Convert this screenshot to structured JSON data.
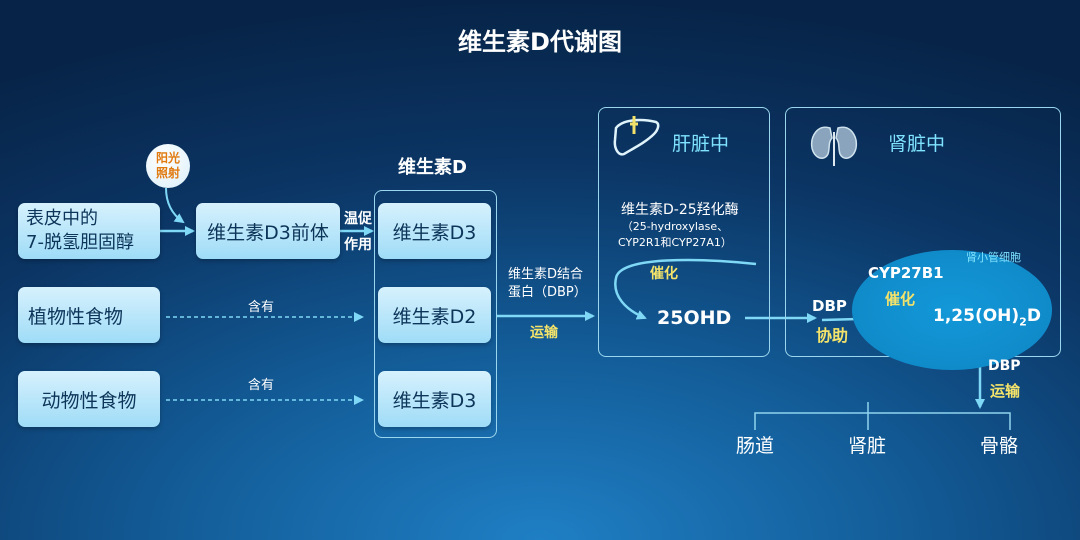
{
  "title": "维生素D代谢图",
  "sunlight": [
    "阳光",
    "照射"
  ],
  "sources": {
    "skin": [
      "表皮中的",
      "7-脱氢胆固醇"
    ],
    "plant": "植物性食物",
    "animal": "动物性食物"
  },
  "precursor": "维生素D3前体",
  "heat_effect": [
    "温促",
    "作用"
  ],
  "contains": "含有",
  "vitd_group": {
    "title": "维生素D",
    "items": [
      "维生素D3",
      "维生素D2",
      "维生素D3"
    ]
  },
  "transport1": {
    "label": [
      "维生素D结合",
      "蛋白（DBP）"
    ],
    "action": "运输"
  },
  "liver": {
    "title": "肝脏中",
    "enzyme": "维生素D-25羟化酶",
    "enzyme_detail": [
      "（25-hydroxylase、",
      "CYP2R1和CYP27A1）"
    ],
    "catalysis": "催化",
    "product": "25OHD"
  },
  "kidney": {
    "title": "肾脏中",
    "cells": "肾小管细胞",
    "enzyme": "CYP27B1",
    "catalysis": "催化",
    "helper_label": "DBP",
    "helper_action": "协助",
    "product": "1,25(OH)",
    "product_sub": "2",
    "product_suffix": "D"
  },
  "transport2": {
    "label": "DBP",
    "action": "运输"
  },
  "targets": [
    "肠道",
    "肾脏",
    "骨骼"
  ],
  "colors": {
    "box_fill": "#bfe8fb",
    "arrow": "#7fd8f5",
    "highlight": "#f3e36a",
    "kidney_ellipse": "#0f8fd0"
  }
}
